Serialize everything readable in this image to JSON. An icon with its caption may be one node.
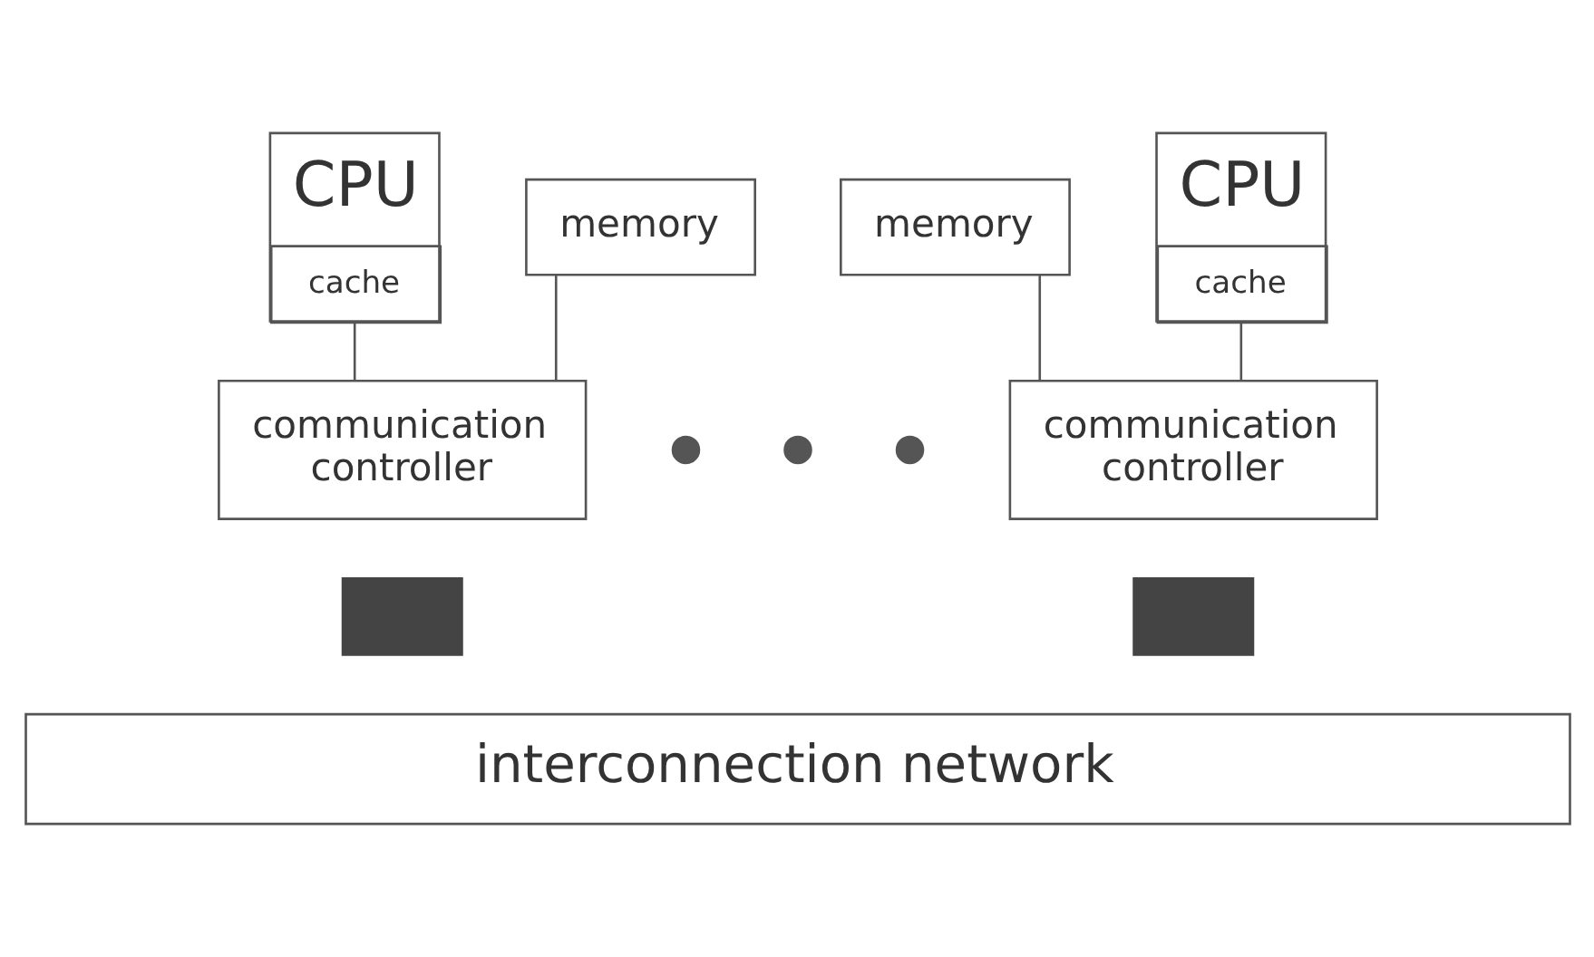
{
  "diagram": {
    "nodes": [
      {
        "text": [
          "CPU",
          "cache"
        ]
      },
      {
        "text": [
          "memory"
        ]
      },
      {
        "text": [
          "memory"
        ]
      },
      {
        "text": [
          "CPU",
          "cache"
        ]
      },
      {
        "text": [
          "communication controller"
        ]
      },
      {
        "text": [],
        "shape": "circle"
      },
      {
        "text": [],
        "shape": "circle"
      },
      {
        "text": [],
        "shape": "circle"
      },
      {
        "text": [
          "communication controller"
        ]
      },
      {
        "text": [],
        "shape": "box"
      },
      {
        "text": [],
        "shape": "box"
      },
      {
        "text": [
          "interconnection network"
        ]
      }
    ],
    "edges": [
      {
        "from": 0,
        "to": 4,
        "arrow": "none"
      },
      {
        "from": 1,
        "to": 4,
        "arrow": "none"
      },
      {
        "from": 2,
        "to": 8,
        "arrow": "none"
      },
      {
        "from": 3,
        "to": 8,
        "arrow": "none"
      }
    ]
  }
}
